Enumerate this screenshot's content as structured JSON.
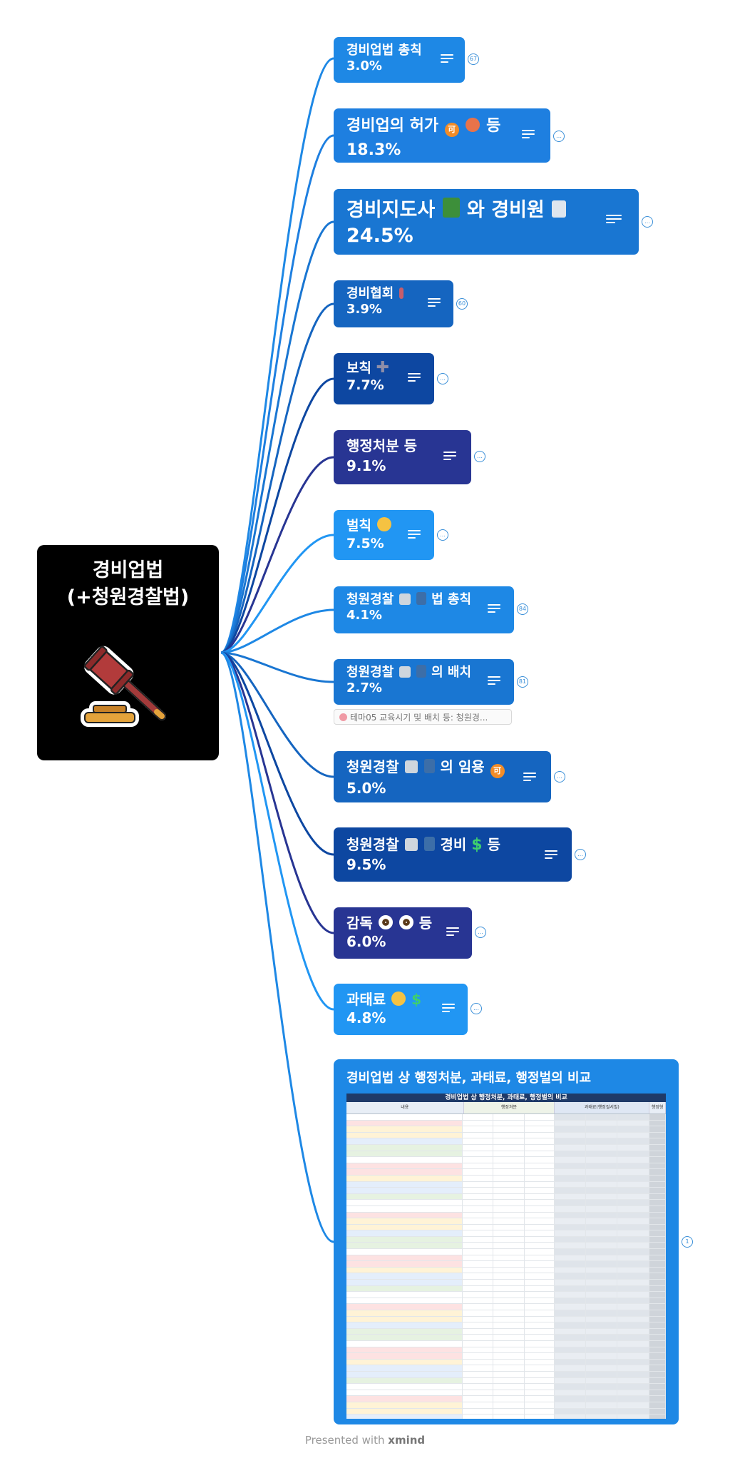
{
  "root": {
    "title": "경비업법\n(+청원경찰법)",
    "icon": "gavel-icon"
  },
  "branches": [
    {
      "title": "경비업법 총칙",
      "percent": "3.0%",
      "count": "67",
      "color": "#1e88e5",
      "icons": []
    },
    {
      "title_before": "경비업의 허가",
      "title_after": "등",
      "percent": "18.3%",
      "count": "…",
      "color": "#1e7fe0",
      "icons": [
        "permit-badge-icon",
        "person-icon"
      ]
    },
    {
      "title_before": "경비지도사",
      "title_middle": "와 경비원",
      "percent": "24.5%",
      "count": "…",
      "color": "#1976d2",
      "icons": [
        "instructor-icon",
        "guard-icon"
      ]
    },
    {
      "title": "경비협회",
      "percent": "3.9%",
      "count": "60",
      "color": "#1565c0",
      "icons": [
        "thermometer-icon"
      ]
    },
    {
      "title": "보칙",
      "percent": "7.7%",
      "count": "…",
      "color": "#0d47a1",
      "icons": [
        "plus-icon"
      ]
    },
    {
      "title": "행정처분 등",
      "percent": "9.1%",
      "count": "…",
      "color": "#283593",
      "icons": []
    },
    {
      "title": "벌칙",
      "percent": "7.5%",
      "count": "…",
      "color": "#2196f3",
      "icons": [
        "flushed-face-icon"
      ]
    },
    {
      "title_before": "청원경찰",
      "title_after": "법 총칙",
      "percent": "4.1%",
      "count": "84",
      "color": "#1e88e5",
      "icons": [
        "building-icon",
        "police-icon"
      ]
    },
    {
      "title_before": "청원경찰",
      "title_after": "의 배치",
      "percent": "2.7%",
      "count": "81",
      "color": "#1976d2",
      "icons": [
        "building-icon",
        "police-icon"
      ],
      "label": "테마05 교육시기 및 배치 등: 청원경..."
    },
    {
      "title_before": "청원경찰",
      "title_after": "의 임용",
      "percent": "5.0%",
      "count": "…",
      "color": "#1565c0",
      "icons": [
        "building-icon",
        "police-icon",
        "permit-badge-icon"
      ]
    },
    {
      "title_before": "청원경찰",
      "title_middle": "경비",
      "title_after": "등",
      "percent": "9.5%",
      "count": "…",
      "color": "#0d47a1",
      "icons": [
        "building-icon",
        "police-icon",
        "dollar-icon"
      ]
    },
    {
      "title_before": "감독",
      "title_after": "등",
      "percent": "6.0%",
      "count": "…",
      "color": "#283593",
      "icons": [
        "eye-icon",
        "eye-icon"
      ]
    },
    {
      "title": "과태료",
      "percent": "4.8%",
      "count": "…",
      "color": "#2196f3",
      "icons": [
        "flushed-face-icon",
        "dollar-icon"
      ]
    }
  ],
  "image_card": {
    "title": "경비업법 상 행정처분, 과태료, 행정벌의 비교",
    "sheet_title": "경비업법 상 행정처분, 과태료, 행정벌의 비교",
    "columns": [
      "내용",
      "행정처분",
      "과태료(행정질서벌)",
      "행정형벌"
    ],
    "count": "1"
  },
  "footer": {
    "prefix": "Presented with",
    "brand": "xmind"
  },
  "colors": {
    "root": "#000000",
    "connector": "#1e88e5",
    "footer": "#999999"
  }
}
